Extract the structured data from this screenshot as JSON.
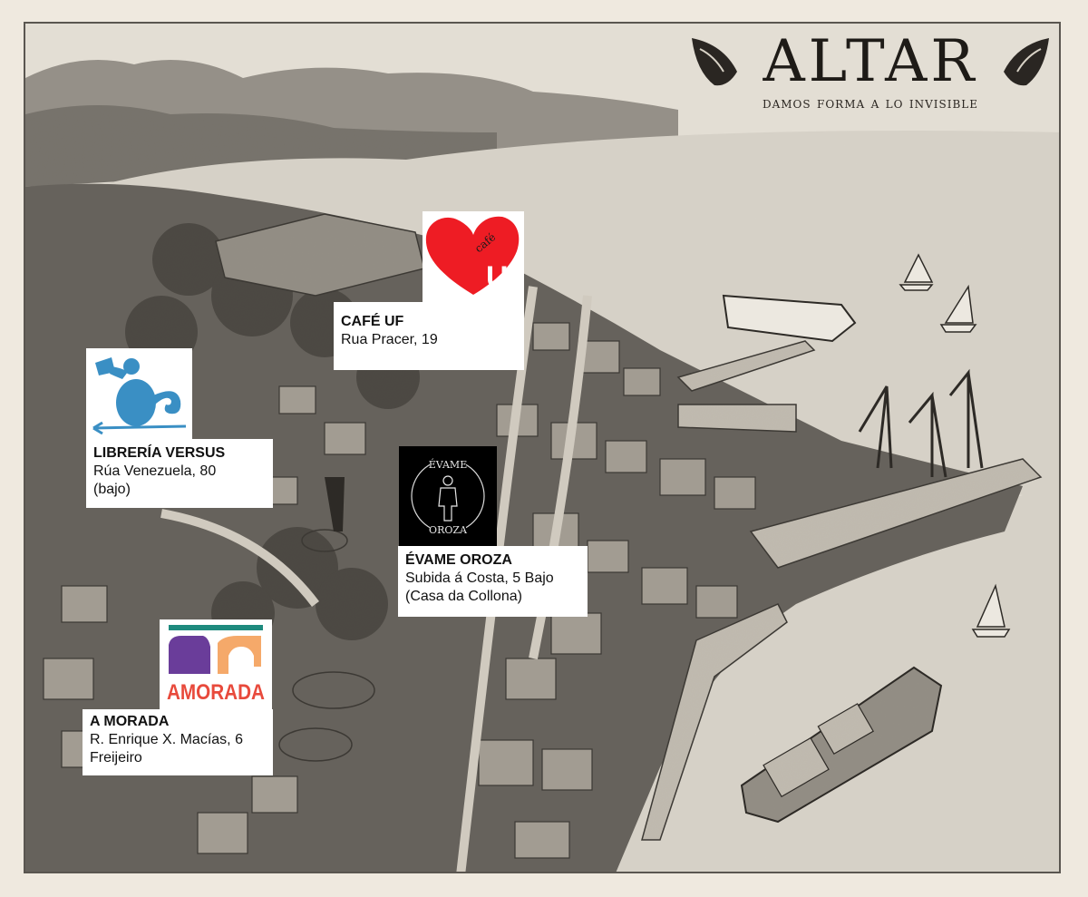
{
  "brand": {
    "title": "ALTAR",
    "tagline": "Damos forma a lo invisible"
  },
  "map": {
    "style": "pencil-sketch aerial view of coastal port city",
    "features": [
      "hills",
      "bay",
      "fortress",
      "cruise-ship",
      "sailboats",
      "cranes",
      "cargo-ship",
      "port-docks",
      "roundabouts",
      "monument"
    ]
  },
  "locations": [
    {
      "id": "cafe-uf",
      "name": "CAFÉ UF",
      "address_lines": [
        "Rua Pracer, 19"
      ],
      "logo": {
        "type": "heart",
        "text_small": "café",
        "text_big": "UF",
        "color": "#ee1c24"
      }
    },
    {
      "id": "libreria-versus",
      "name": "LIBRERÍA VERSUS",
      "address_lines": [
        "Rúa Venezuela, 80",
        "(bajo)"
      ],
      "logo": {
        "type": "monkey-reading",
        "color": "#3a8fc4"
      }
    },
    {
      "id": "evame-oroza",
      "name": "ÉVAME OROZA",
      "address_lines": [
        "Subida á Costa, 5 Bajo",
        "(Casa da Collona)"
      ],
      "logo": {
        "type": "circle-figure",
        "text_top": "ÉVAME",
        "text_bottom": "OROZA",
        "background": "#000000",
        "color": "#ffffff"
      }
    },
    {
      "id": "a-morada",
      "name": "A MORADA",
      "address_lines": [
        "R. Enrique X. Macías, 6",
        "Freijeiro"
      ],
      "logo": {
        "type": "arches",
        "text": "AMORADA",
        "colors": {
          "bar": "#1e8a7e",
          "left": "#6a3d9a",
          "right": "#f5a96a",
          "text": "#e84a3c"
        }
      }
    }
  ]
}
